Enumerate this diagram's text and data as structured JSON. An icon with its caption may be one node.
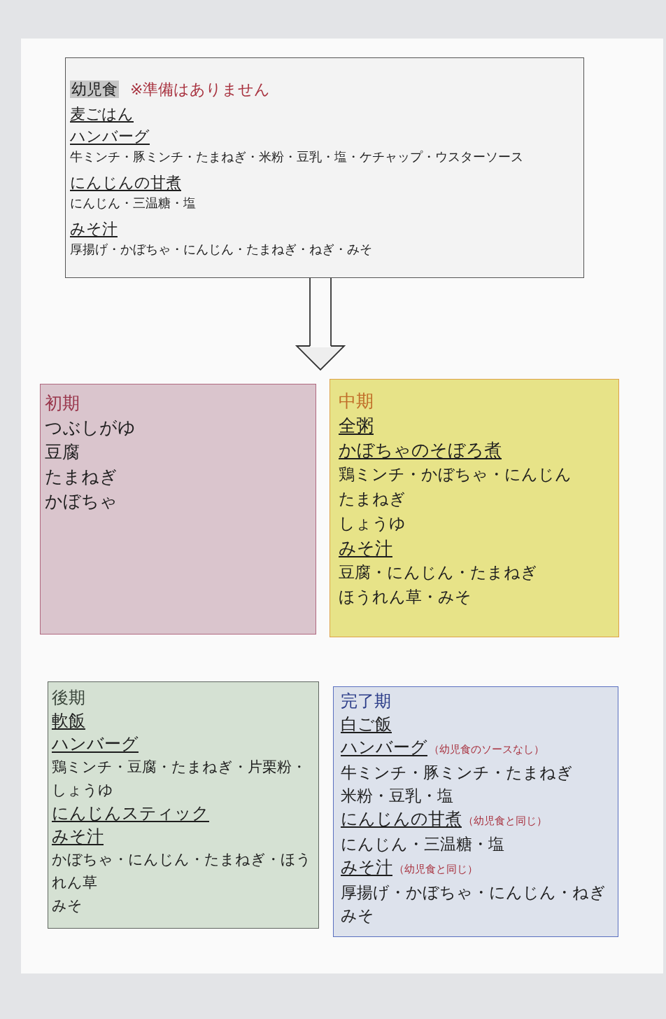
{
  "diagram": {
    "nodes": [
      {
        "text": [
          "幼児食",
          "※準備はありません",
          "麦ごはん",
          "ハンバーグ",
          "牛ミンチ・豚ミンチ・たまねぎ・米粉・豆乳・塩・ケチャップ・ウスターソース",
          "にんじんの甘煮",
          "にんじん・三温糖・塩",
          "みそ汁",
          "厚揚げ・かぼちゃ・にんじん・たまねぎ・ねぎ・みそ"
        ]
      },
      {
        "text": [
          "初期",
          "つぶしがゆ",
          "豆腐",
          "たまねぎ",
          "かぼちゃ"
        ]
      },
      {
        "text": [
          "中期",
          "全粥",
          "かぼちゃのそぼろ煮",
          "鶏ミンチ・かぼちゃ・にんじん",
          "たまねぎ",
          "しょうゆ",
          "みそ汁",
          "豆腐・にんじん・たまねぎ",
          "ほうれん草・みそ"
        ]
      },
      {
        "text": [
          "後期",
          "軟飯",
          "ハンバーグ",
          "鶏ミンチ・豆腐・たまねぎ・片栗粉・しょうゆ",
          "にんじんスティック",
          "みそ汁",
          "かぼちゃ・にんじん・たまねぎ・ほうれん草",
          "みそ"
        ]
      },
      {
        "text": [
          "完了期",
          "白ご飯",
          "ハンバーグ",
          "（幼児食のソースなし）",
          "牛ミンチ・豚ミンチ・たまねぎ",
          "米粉・豆乳・塩",
          "にんじんの甘煮",
          "（幼児食と同じ）",
          "にんじん・三温糖・塩",
          "みそ汁",
          "（幼児食と同じ）",
          "厚揚げ・かぼちゃ・にんじん・ねぎ",
          "みそ"
        ]
      }
    ],
    "edges": [
      {
        "from": 0,
        "to": 1,
        "arrow": "to"
      }
    ]
  }
}
